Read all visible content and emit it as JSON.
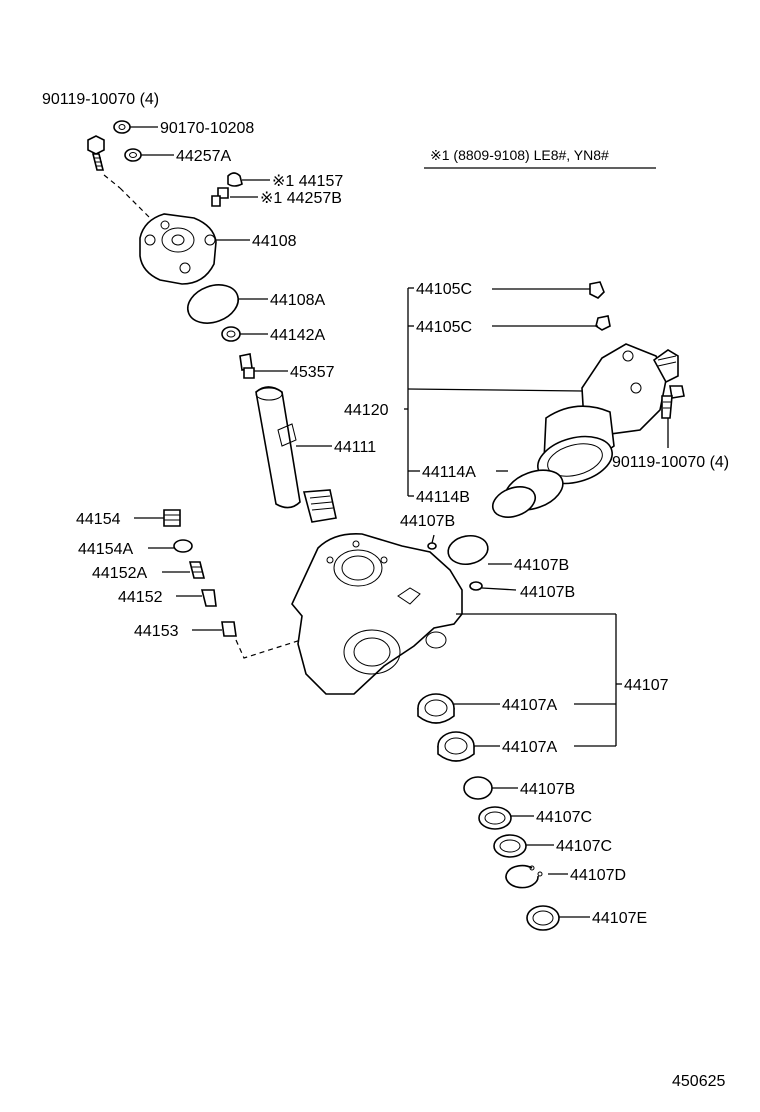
{
  "note": "※1 (8809-9108) LE8#, YN8#",
  "catalog_number": "450625",
  "labels": {
    "bolt_top": "90119-10070 (4)",
    "washer_top": "90170-10208",
    "p44257A": "44257A",
    "p44157": "※1 44157",
    "p44257B": "※1 44257B",
    "p44108": "44108",
    "p44108A": "44108A",
    "p44142A": "44142A",
    "p45357": "45357",
    "p44111": "44111",
    "p44154": "44154",
    "p44154A": "44154A",
    "p44152A": "44152A",
    "p44152": "44152",
    "p44153": "44153",
    "p44105C_1": "44105C",
    "p44105C_2": "44105C",
    "p44120": "44120",
    "p44114A": "44114A",
    "p44114B": "44114B",
    "bolt_right": "90119-10070 (4)",
    "p44107B_1": "44107B",
    "p44107B_2": "44107B",
    "p44107B_3": "44107B",
    "p44107": "44107",
    "p44107A_1": "44107A",
    "p44107A_2": "44107A",
    "p44107B_4": "44107B",
    "p44107C_1": "44107C",
    "p44107C_2": "44107C",
    "p44107D": "44107D",
    "p44107E": "44107E"
  }
}
